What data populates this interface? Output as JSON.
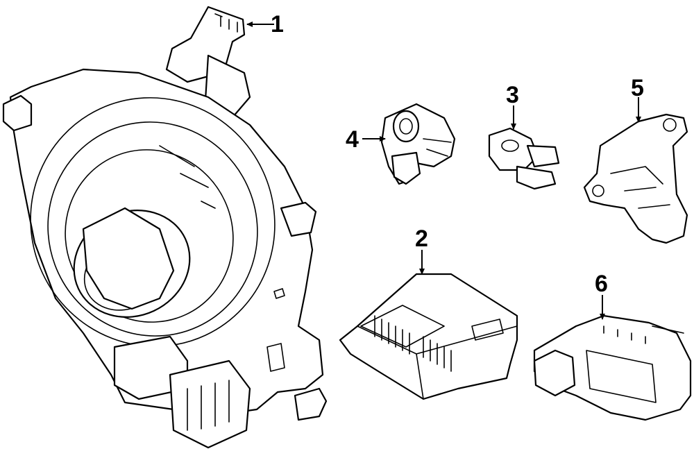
{
  "callouts": [
    {
      "id": "1",
      "label": "1"
    },
    {
      "id": "2",
      "label": "2"
    },
    {
      "id": "3",
      "label": "3"
    },
    {
      "id": "4",
      "label": "4"
    },
    {
      "id": "5",
      "label": "5"
    },
    {
      "id": "6",
      "label": "6"
    }
  ],
  "colors": {
    "line": "#000000",
    "background": "#ffffff"
  }
}
